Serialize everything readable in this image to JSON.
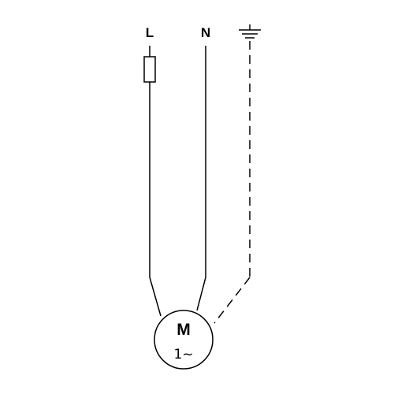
{
  "terminals": {
    "live": "L",
    "neutral": "N",
    "earth_icon": "earth-ground-icon"
  },
  "motor": {
    "label": "M",
    "phase": "1~"
  },
  "colors": {
    "line": "#000000",
    "background": "#ffffff"
  }
}
